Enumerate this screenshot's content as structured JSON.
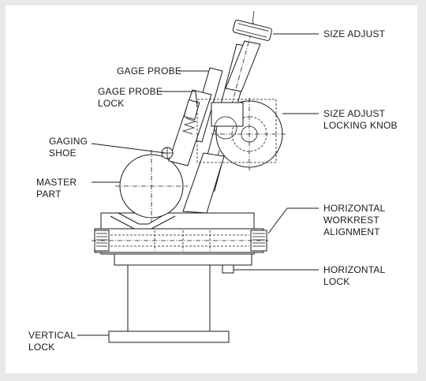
{
  "labels": {
    "size_adjust": "SIZE ADJUST",
    "gage_probe": "GAGE PROBE",
    "gage_probe_lock_1": "GAGE PROBE",
    "gage_probe_lock_2": "LOCK",
    "size_adjust_locking_knob_1": "SIZE ADJUST",
    "size_adjust_locking_knob_2": "LOCKING KNOB",
    "gaging_shoe_1": "GAGING",
    "gaging_shoe_2": "SHOE",
    "master_part_1": "MASTER",
    "master_part_2": "PART",
    "horizontal_workrest_alignment_1": "HORIZONTAL",
    "horizontal_workrest_alignment_2": "WORKREST",
    "horizontal_workrest_alignment_3": "ALIGNMENT",
    "horizontal_lock_1": "HORIZONTAL",
    "horizontal_lock_2": "LOCK",
    "vertical_lock_1": "VERTICAL",
    "vertical_lock_2": "LOCK"
  },
  "colors": {
    "frame": "#e9e9e9",
    "panel": "#ffffff",
    "ink": "#1a1a1a"
  }
}
